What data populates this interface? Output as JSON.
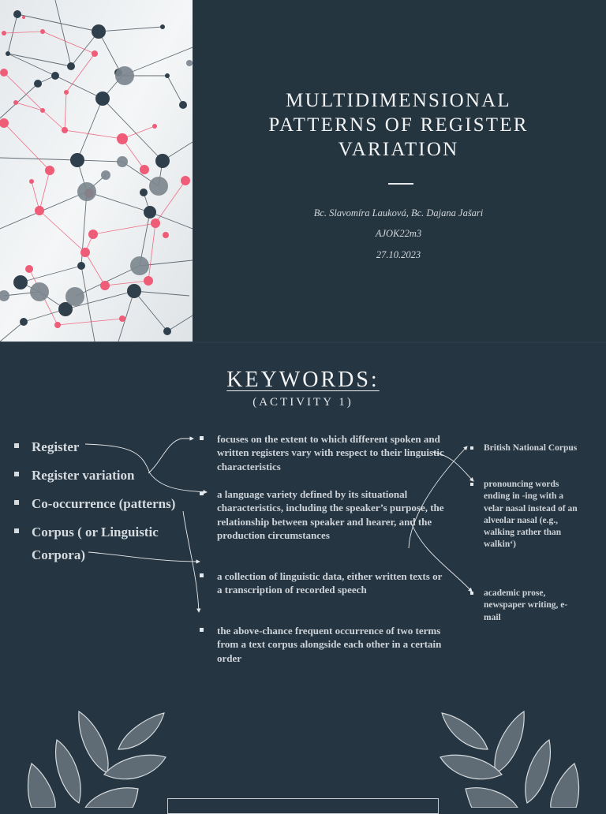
{
  "title_slide": {
    "title": "Multidimensional Patterns of Register Variation",
    "authors": "Bc. Slavomíra Lauková, Bc. Dajana Jašari",
    "course": "AJOK22m3",
    "date": "27.10.2023"
  },
  "keywords_slide": {
    "title": "KEYWORDS:",
    "subtitle": "(ACTIVITY 1)",
    "terms": [
      "Register",
      "Register variation",
      "Co-occurrence (patterns)",
      "Corpus ( or Linguistic Corpora)"
    ],
    "definitions": [
      "focuses on the extent to which different spoken and written registers vary with respect to their linguistic characteristics",
      "a language variety defined by its situational characteristics, including the speaker’s purpose, the relationship between speaker and hearer, and the production circumstances",
      "a collection of linguistic data, either written texts or a transcription of recorded speech",
      "the above-chance frequent occurrence of two terms from a text corpus alongside each other in a certain order"
    ],
    "examples": [
      "British National Corpus",
      " pronouncing words ending in -ing with a velar nasal instead of an alveolar nasal (e.g., walking rather than walkin‘)",
      "academic prose, newspaper writing, e-mail"
    ]
  },
  "colors": {
    "background": "#253541",
    "network_pink": "#ee5c78",
    "network_dark": "#2f3f4b",
    "network_gray": "#7b858d"
  }
}
